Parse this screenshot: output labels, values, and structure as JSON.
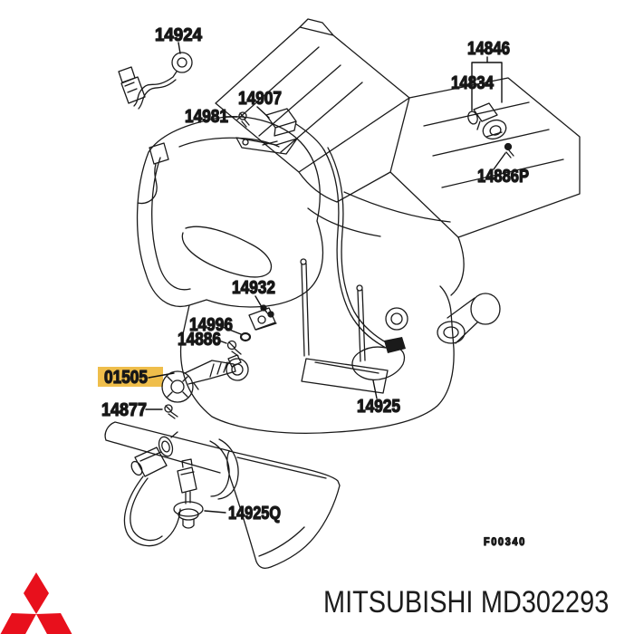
{
  "diagram": {
    "type": "engine-parts-exploded-diagram",
    "figure_code": "F00340",
    "highlighted_part": "01505",
    "part_labels": {
      "p14924": "14924",
      "p14981": "14981",
      "p14907": "14907",
      "p14846": "14846",
      "p14834": "14834",
      "p14886P": "14886P",
      "p14932": "14932",
      "p14996": "14996",
      "p14886": "14886",
      "p01505": "01505",
      "p14877": "14877",
      "p14925": "14925",
      "p14925Q": "14925Q"
    },
    "colors": {
      "line": "#1a1a1a",
      "highlight_bg": "#efbe4b",
      "highlight_text": "#a8720c"
    }
  },
  "footer": {
    "brand": "MITSUBISHI",
    "part_code": "MD302293",
    "logo_name": "mitsubishi-three-diamonds",
    "logo_color": "#e8101c",
    "text_color": "#1c1c1c"
  }
}
